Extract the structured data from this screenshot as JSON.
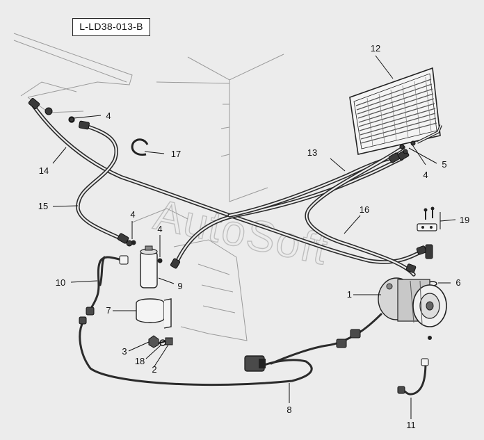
{
  "reference_code": "L-LD38-013-B",
  "watermark": "AutoSoft",
  "labels": {
    "p1": "1",
    "p2": "2",
    "p3": "3",
    "p4a": "4",
    "p4b": "4",
    "p4c": "4",
    "p4d": "4",
    "p5": "5",
    "p6": "6",
    "p7": "7",
    "p8": "8",
    "p9": "9",
    "p10": "10",
    "p11": "11",
    "p12": "12",
    "p13": "13",
    "p14": "14",
    "p15": "15",
    "p16": "16",
    "p17": "17",
    "p18": "18",
    "p19": "19"
  }
}
